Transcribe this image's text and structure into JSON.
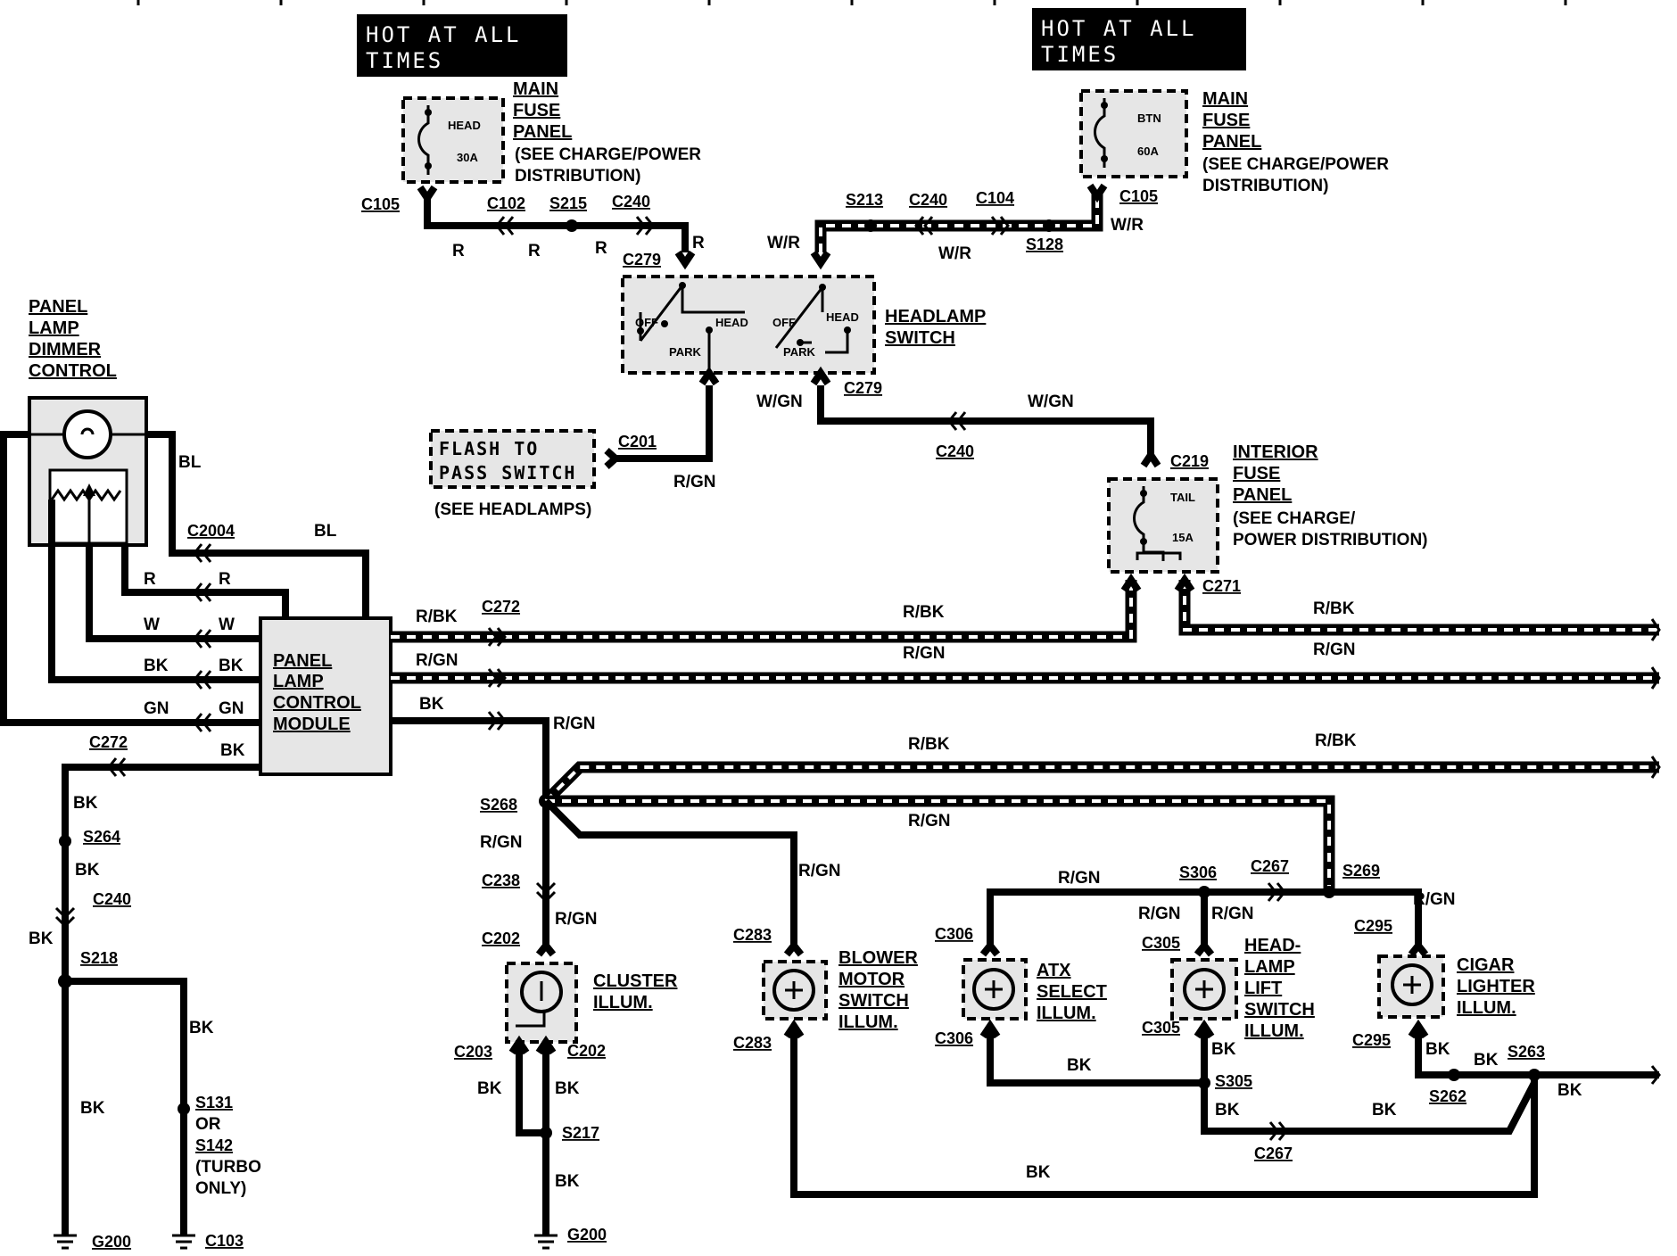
{
  "banners": {
    "left": [
      "HOT AT ALL",
      "TIMES"
    ],
    "right": [
      "HOT AT ALL",
      "TIMES"
    ]
  },
  "main_fuse_left": {
    "title": [
      "MAIN",
      "FUSE",
      "PANEL"
    ],
    "note": [
      "(SEE CHARGE/POWER",
      "DISTRIBUTION)"
    ],
    "fuse": [
      "HEAD",
      "30A"
    ]
  },
  "main_fuse_right": {
    "title": [
      "MAIN",
      "FUSE",
      "PANEL"
    ],
    "note": [
      "(SEE CHARGE/POWER",
      "DISTRIBUTION)"
    ],
    "fuse": [
      "BTN",
      "60A"
    ]
  },
  "headlamp_switch": {
    "title": [
      "HEADLAMP",
      "SWITCH"
    ],
    "positions": [
      "OFF",
      "HEAD",
      "PARK",
      "OFF",
      "HEAD",
      "PARK"
    ]
  },
  "flash_to_pass": {
    "title": [
      "FLASH TO",
      "PASS SWITCH"
    ],
    "note": "(SEE HEADLAMPS)"
  },
  "interior_fuse": {
    "title": [
      "INTERIOR",
      "FUSE",
      "PANEL"
    ],
    "note": [
      "(SEE CHARGE/",
      "POWER DISTRIBUTION)"
    ],
    "fuse": [
      "TAIL",
      "15A"
    ]
  },
  "dimmer": {
    "title": [
      "PANEL",
      "LAMP",
      "DIMMER",
      "CONTROL"
    ]
  },
  "module": {
    "title": [
      "PANEL",
      "LAMP",
      "CONTROL",
      "MODULE"
    ]
  },
  "lamps": {
    "cluster": [
      "CLUSTER",
      "ILLUM."
    ],
    "blower": [
      "BLOWER",
      "MOTOR",
      "SWITCH",
      "ILLUM."
    ],
    "atx": [
      "ATX",
      "SELECT",
      "ILLUM."
    ],
    "headlamp_lift": [
      "HEAD-",
      "LAMP",
      "LIFT",
      "SWITCH",
      "ILLUM."
    ],
    "cigar": [
      "CIGAR",
      "LIGHTER",
      "ILLUM."
    ]
  },
  "s131_note": [
    "S131",
    "OR",
    "S142",
    "(TURBO",
    "ONLY)"
  ],
  "connectors": {
    "c105a": "C105",
    "c102": "C102",
    "s215": "S215",
    "c240a": "C240",
    "c279a": "C279",
    "s213": "S213",
    "c240b": "C240",
    "c104": "C104",
    "c105b": "C105",
    "s128": "S128",
    "c279b": "C279",
    "c201": "C201",
    "c240c": "C240",
    "c219": "C219",
    "c271": "C271",
    "c2004": "C2004",
    "c272a": "C272",
    "c272b": "C272",
    "s268": "S268",
    "c238": "C238",
    "c202a": "C202",
    "c203": "C203",
    "c202b": "C202",
    "s217": "S217",
    "g200a": "G200",
    "c283a": "C283",
    "c283b": "C283",
    "s306": "S306",
    "c267a": "C267",
    "s269": "S269",
    "c306a": "C306",
    "c306b": "C306",
    "c305a": "C305",
    "c305b": "C305",
    "s305": "S305",
    "c295a": "C295",
    "c295b": "C295",
    "s263": "S263",
    "s262": "S262",
    "c267b": "C267",
    "s264": "S264",
    "c240d": "C240",
    "s218": "S218",
    "g200b": "G200",
    "c103": "C103"
  },
  "wire_colors": {
    "r1": "R",
    "r2": "R",
    "r3": "R",
    "r4": "R",
    "wr1": "W/R",
    "wr2": "W/R",
    "wr3": "W/R",
    "wgn1": "W/GN",
    "wgn2": "W/GN",
    "rgn1": "R/GN",
    "bl1": "BL",
    "bl2": "BL",
    "r5": "R",
    "r6": "R",
    "w1": "W",
    "w2": "W",
    "bk1": "BK",
    "bk2": "BK",
    "gn1": "GN",
    "gn2": "GN",
    "rbk1": "R/BK",
    "rbk2": "R/BK",
    "rbk3": "R/BK",
    "rgn2": "R/GN",
    "rgn3": "R/GN",
    "rgn4": "R/GN",
    "bk3": "BK",
    "rgn5": "R/GN",
    "rbk4": "R/BK",
    "rbk5": "R/BK",
    "rgn6": "R/GN",
    "rgn7": "R/GN",
    "rgn8": "R/GN",
    "rgn9": "R/GN",
    "rgn10": "R/GN",
    "rgn11": "R/GN",
    "rgn12": "R/GN",
    "rgn13": "R/GN",
    "bk4": "BK",
    "bk5": "BK",
    "bk6": "BK",
    "bk7": "BK",
    "bk8": "BK",
    "bk9": "BK",
    "bk10": "BK",
    "bk11": "BK",
    "bk12": "BK",
    "bk13": "BK",
    "bk14": "BK",
    "bk15": "BK",
    "bk16": "BK",
    "bk17": "BK",
    "bk18": "BK",
    "bk19": "BK"
  }
}
